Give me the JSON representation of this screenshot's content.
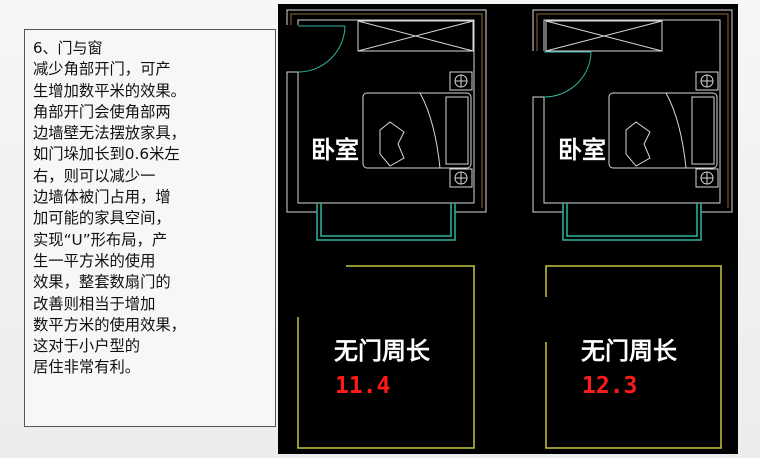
{
  "text_panel": {
    "title": "6、门与窗",
    "lines": [
      "减少角部开门，可产",
      "生增加数平米的效果。",
      "角部开门会使角部两",
      "边墙壁无法摆放家具，",
      "如门垛加长到0.6米左",
      "右，则可以减少一",
      "边墙体被门占用，增",
      "加可能的家具空间，",
      "实现“U”形布局，产",
      "生一平方米的使用",
      "效果，整套数扇门的",
      "改善则相当于增加",
      "数平方米的使用效果，",
      "这对于小户型的",
      "居住非常有利。"
    ]
  },
  "drawing": {
    "plans": [
      {
        "room_label": "卧室",
        "perimeter_label": "无门周长",
        "perimeter_value": "11.4"
      },
      {
        "room_label": "卧室",
        "perimeter_label": "无门周长",
        "perimeter_value": "12.3"
      }
    ],
    "colors": {
      "background": "#000000",
      "wall": "#d8d8d8",
      "door_window": "#2fb5a0",
      "outline": "#c8c640",
      "value": "#ff1a1a"
    }
  }
}
